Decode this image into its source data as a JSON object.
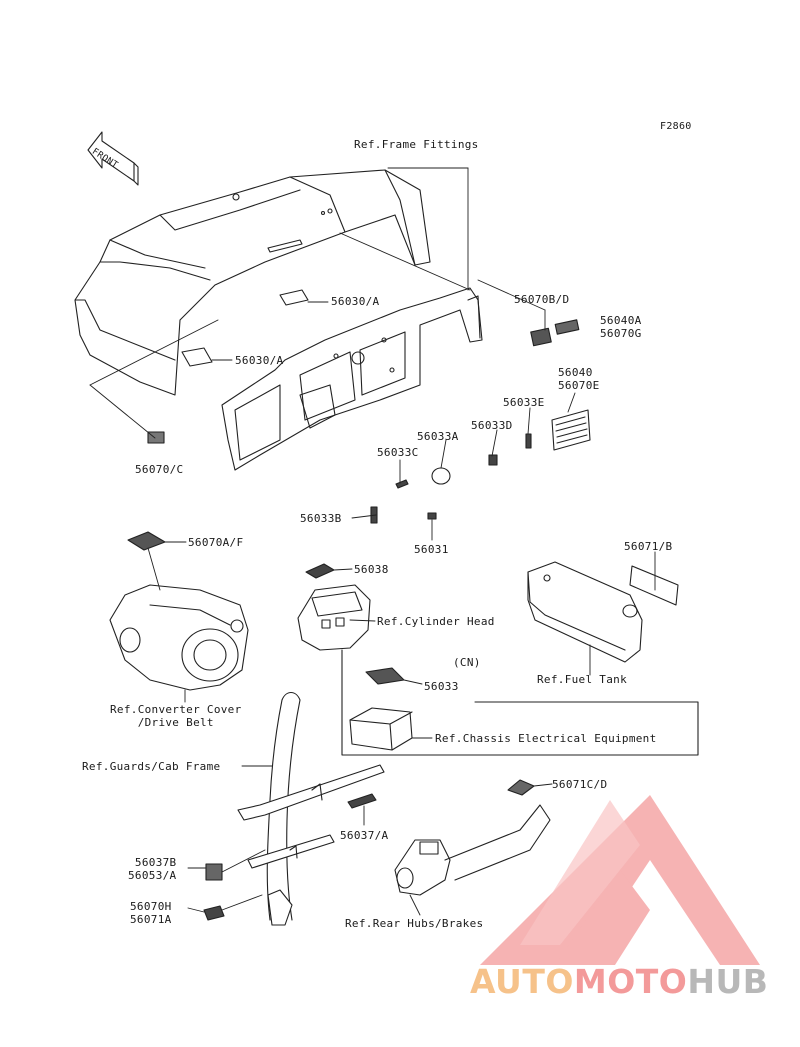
{
  "figure_code": "F2860",
  "front_arrow_label": "FRONT",
  "labels": {
    "ref_frame_fittings": "Ref.Frame Fittings",
    "p56030A_top": "56030/A",
    "p56030A_left": "56030/A",
    "p56070C": "56070/C",
    "p56070BD": "56070B/D",
    "p56040A_56070G": "56040A\n56070G",
    "p56040_56070E": "56040\n56070E",
    "p56033E": "56033E",
    "p56033D": "56033D",
    "p56033A": "56033A",
    "p56033C": "56033C",
    "p56033B": "56033B",
    "p56031": "56031",
    "p56070AF": "56070A/F",
    "p56038": "56038",
    "ref_cylinder_head": "Ref.Cylinder Head",
    "p56071B": "56071/B",
    "ref_fuel_tank": "Ref.Fuel Tank",
    "cn": "(CN)",
    "p56033": "56033",
    "ref_chassis_electrical": "Ref.Chassis Electrical Equipment",
    "ref_converter_cover": "Ref.Converter Cover\n/Drive Belt",
    "ref_guards_cab_frame": "Ref.Guards/Cab Frame",
    "p56071CD": "56071C/D",
    "p56037A": "56037/A",
    "p56037B_56053A": "56037B\n56053/A",
    "p56070H_56071A": "56070H\n56071A",
    "ref_rear_hubs_brakes": "Ref.Rear Hubs/Brakes"
  },
  "watermark": {
    "part_a": "AUTO",
    "part_b": "MOTO",
    "part_c": "HUB",
    "colors": {
      "auto": "#f6c28a",
      "moto": "#f39a9a",
      "hub": "#b8b8b8",
      "logo": "#f39a9a"
    }
  }
}
